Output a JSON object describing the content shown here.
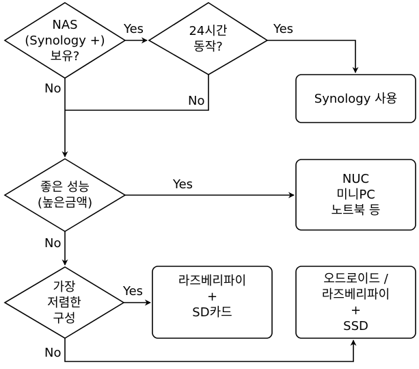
{
  "diagram": {
    "nodes": {
      "nas": {
        "lines": [
          "NAS",
          "(Synology +)",
          "보유?"
        ]
      },
      "always_on": {
        "lines": [
          "24시간",
          "동작?"
        ]
      },
      "synology": {
        "lines": [
          "Synology 사용"
        ]
      },
      "performance": {
        "lines": [
          "좋은 성능",
          "(높은금액)"
        ]
      },
      "nuc": {
        "lines": [
          "NUC",
          "미니PC",
          "노트북 등"
        ]
      },
      "cheapest": {
        "lines": [
          "가장",
          "저렴한",
          "구성"
        ]
      },
      "raspberry": {
        "lines": [
          "라즈베리파이",
          "+",
          "SD카드"
        ]
      },
      "odroid": {
        "lines": [
          "오드로이드 /",
          "라즈베리파이",
          "+",
          "SSD"
        ]
      }
    },
    "edges": {
      "nas_yes": "Yes",
      "nas_no": "No",
      "always_on_yes": "Yes",
      "always_on_no": "No",
      "performance_yes": "Yes",
      "performance_no": "No",
      "cheapest_yes": "Yes",
      "cheapest_no": "No"
    }
  }
}
